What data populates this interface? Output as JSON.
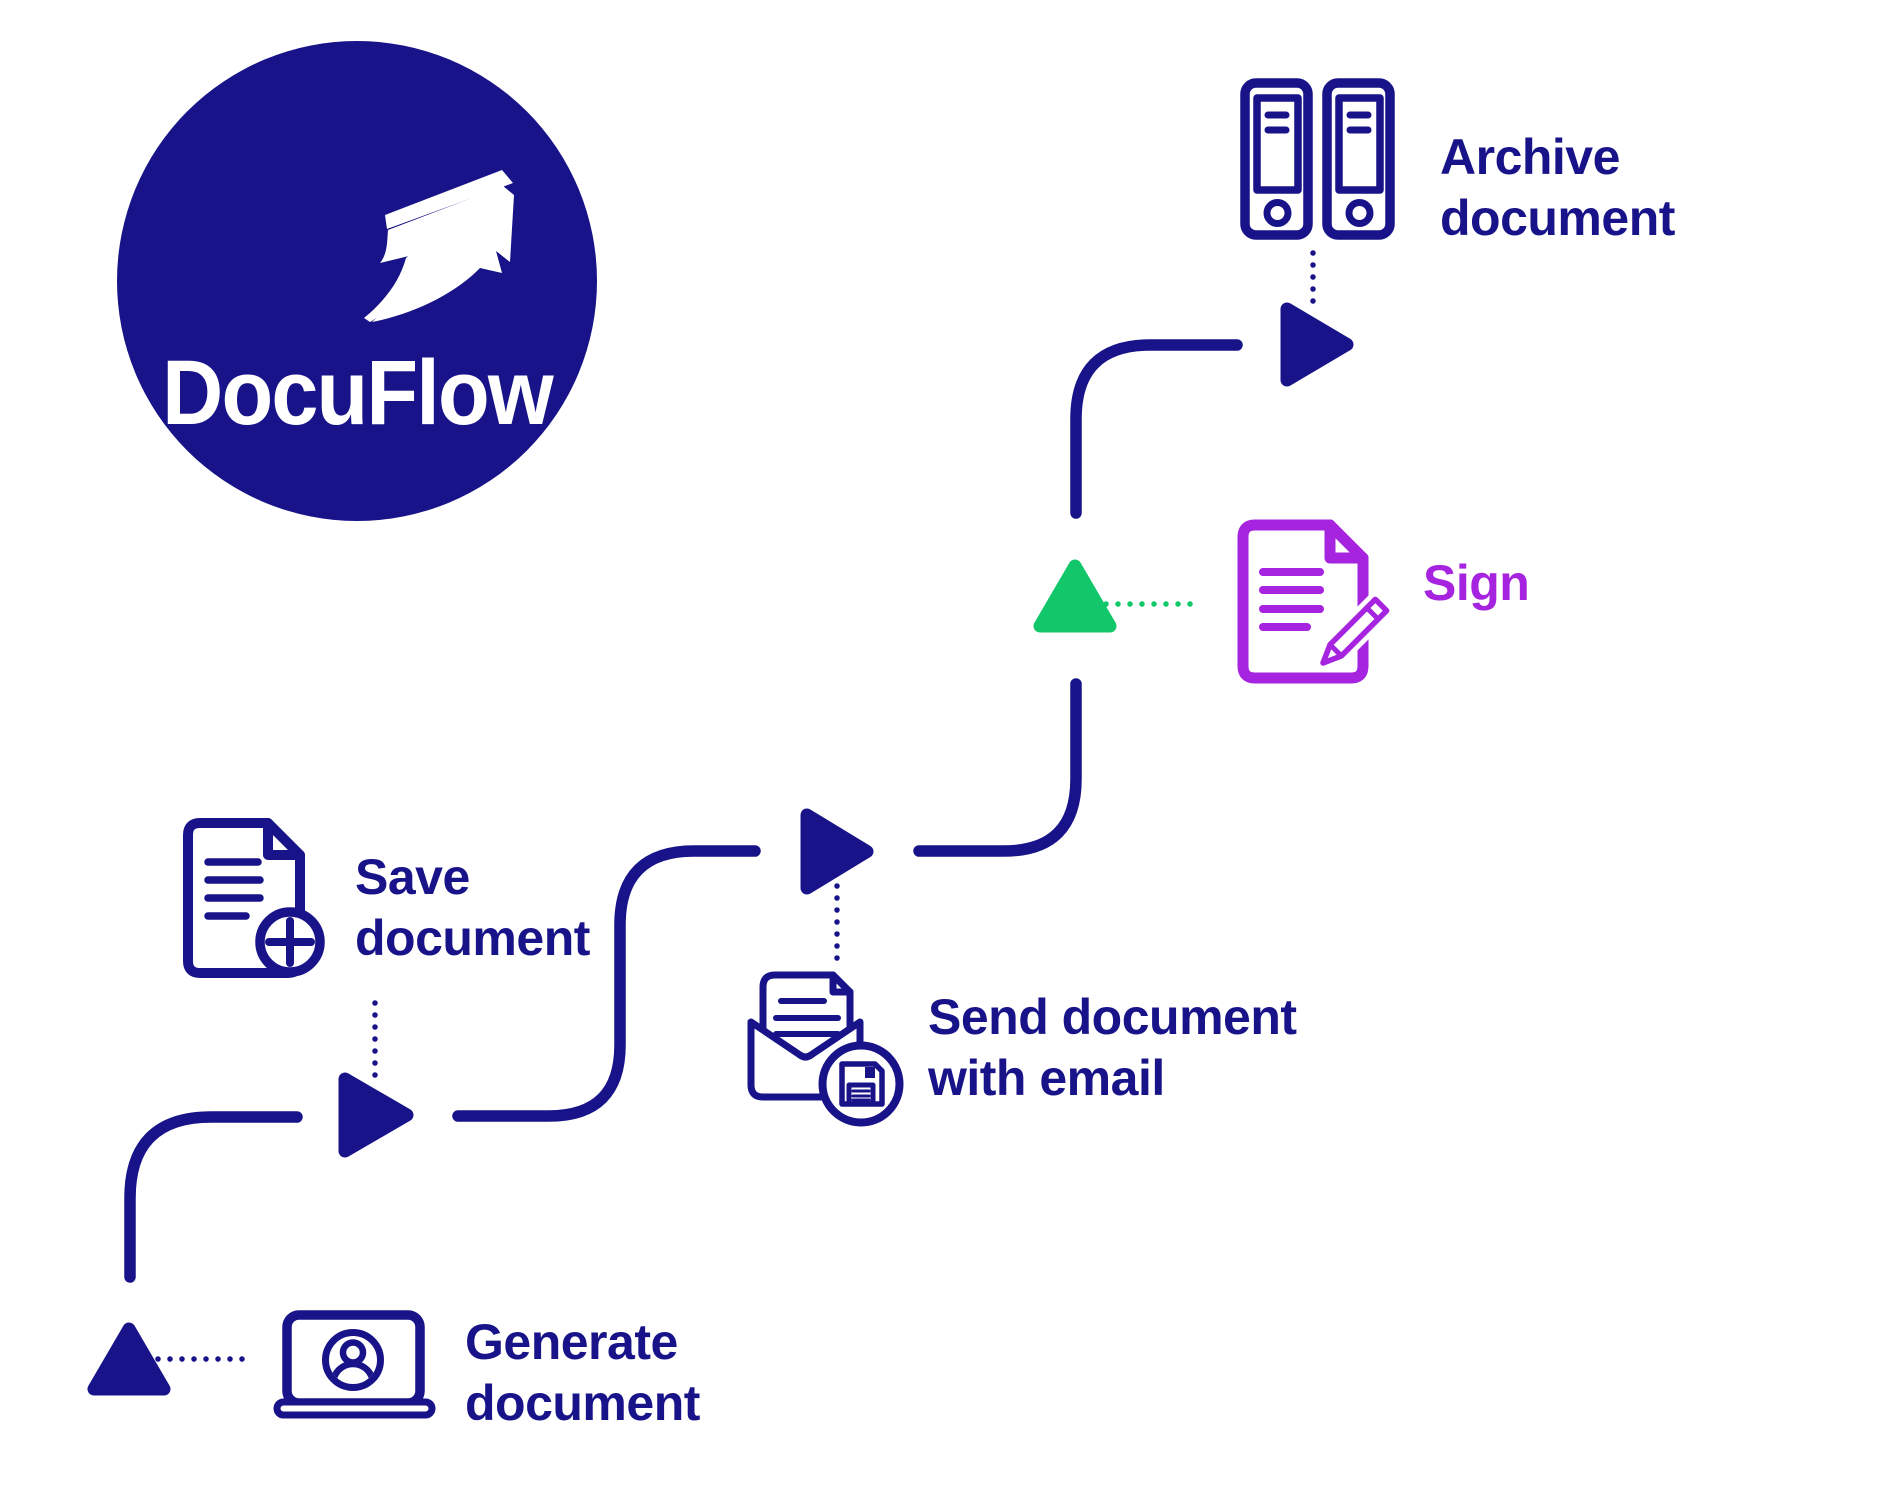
{
  "logo": {
    "title": "DocuFlow",
    "icon": "arrow-up-right-swoosh-icon",
    "circle_color": "#181389",
    "text_color": "#ffffff"
  },
  "colors": {
    "navy": "#181389",
    "green": "#12C76A",
    "purple": "#A623DF",
    "background": "#ffffff"
  },
  "steps": [
    {
      "label": "Generate document",
      "icon": "laptop-user-icon",
      "marker": "start-triangle",
      "color": "#181389"
    },
    {
      "label": "Save document",
      "icon": "document-add-icon",
      "marker": "flow-arrow",
      "color": "#181389"
    },
    {
      "label": "Send document with email",
      "icon": "envelope-floppy-icon",
      "marker": "flow-arrow",
      "color": "#181389"
    },
    {
      "label": "Sign",
      "icon": "document-pencil-icon",
      "marker": "green-triangle",
      "color": "#A623DF"
    },
    {
      "label": "Archive document",
      "icon": "archive-binders-icon",
      "marker": "flow-arrow",
      "color": "#181389"
    }
  ]
}
